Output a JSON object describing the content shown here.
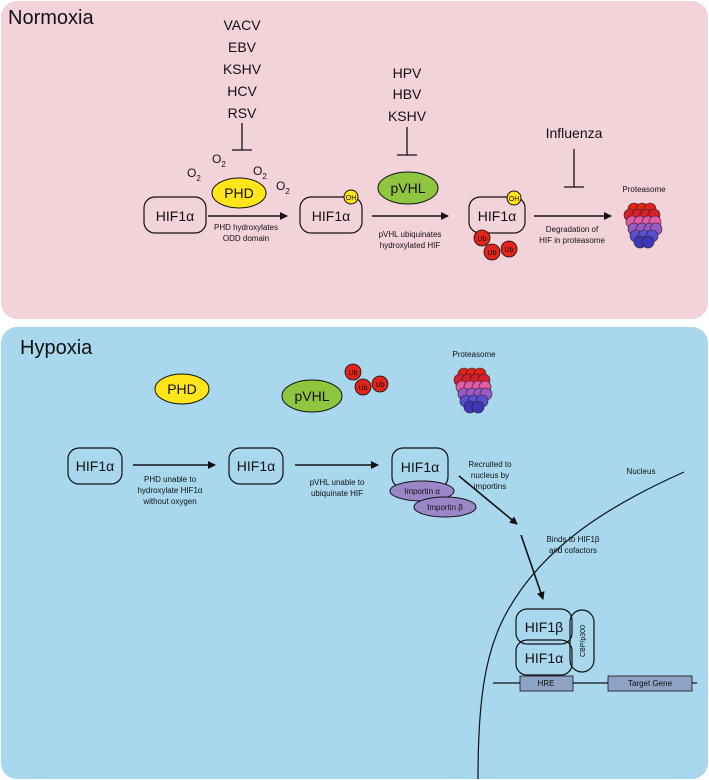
{
  "panels": {
    "normoxia": {
      "title": "Normoxia",
      "background": "#f3d3da",
      "o2": [
        "O",
        "2"
      ],
      "phd_label": "PHD",
      "phd_color": "#ffe51a",
      "inhibitors_phd": [
        "VACV",
        "EBV",
        "KSHV",
        "HCV",
        "RSV"
      ],
      "inhibitors_pvhl": [
        "HPV",
        "HBV",
        "KSHV"
      ],
      "inhibitor_degradation": "Influenza",
      "hif1a": "HIF1α",
      "oh": "OH",
      "pvhl_label": "pVHL",
      "pvhl_color": "#8fc53f",
      "ub": "Ub",
      "ub_color": "#e2231a",
      "proteasome_label": "Proteasome",
      "steps": [
        [
          "PHD hydroxylates",
          "ODD domain"
        ],
        [
          "pVHL ubiquinates",
          "hydroxylated HIF"
        ],
        [
          "Degradation of",
          "HIF in proteasome"
        ]
      ]
    },
    "hypoxia": {
      "title": "Hypoxia",
      "background": "#a9d7ee",
      "phd_label": "PHD",
      "pvhl_label": "pVHL",
      "ub": "Ub",
      "proteasome_label": "Proteasome",
      "hif1a": "HIF1α",
      "hif1b": "HIF1β",
      "importin_a": "Importin α",
      "importin_b": "Importin β",
      "importin_color": "#9b86c8",
      "nucleus_label": "Nucleus",
      "cbp": "CBP/p300",
      "hre": "HRE",
      "target_gene": "Target Gene",
      "box_color": "#8ea2c6",
      "steps": [
        [
          "PHD unable to",
          "hydroxylate HIF1α",
          "without oxygen"
        ],
        [
          "pVHL unable to",
          "ubiquinate HIF"
        ],
        [
          "Recruited to",
          "nucleus by",
          "importins"
        ],
        [
          "Binds to HIF1β",
          "and cofactors"
        ]
      ]
    }
  }
}
